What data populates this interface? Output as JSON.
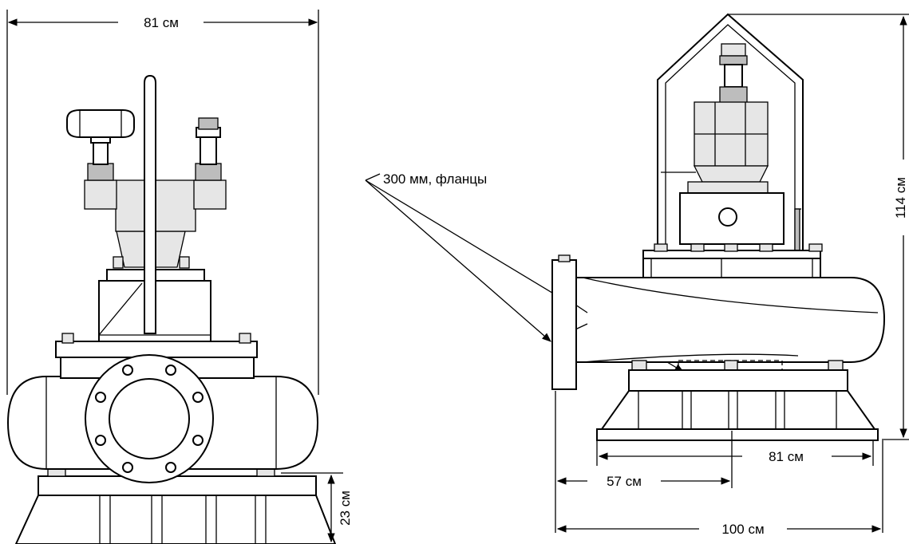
{
  "front_view": {
    "width_label": "81 см",
    "base_height_label": "23 см"
  },
  "side_view": {
    "height_label": "114 см",
    "flange_label": "300 мм, фланцы",
    "base_width_label": "81 см",
    "offset_label": "57 см",
    "overall_width_label": "100 см"
  }
}
